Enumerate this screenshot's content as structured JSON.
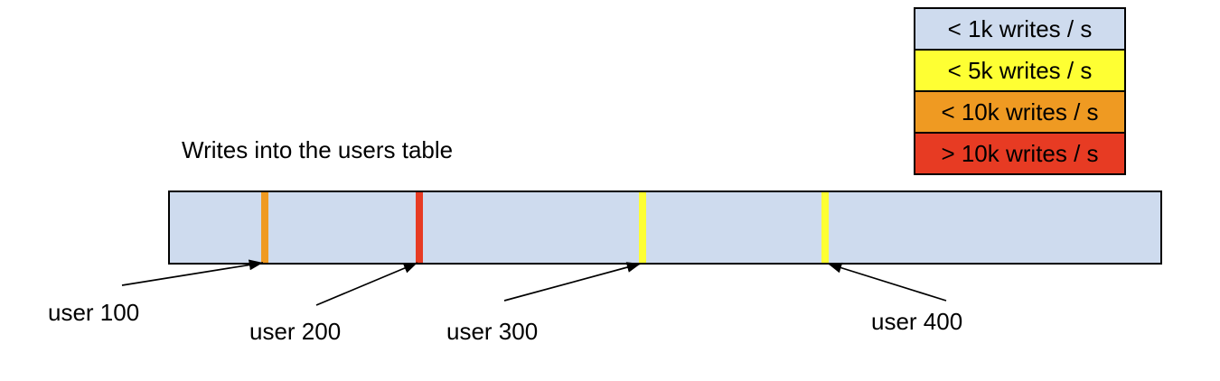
{
  "title": "Writes into the users table",
  "bar": {
    "fill": "#cedbee",
    "border_color": "#000000"
  },
  "legend": {
    "items": [
      {
        "label": "< 1k writes / s",
        "color": "#cedbee",
        "color_name": "light-blue"
      },
      {
        "label": "< 5k writes / s",
        "color": "#feff33",
        "color_name": "yellow"
      },
      {
        "label": "< 10k writes / s",
        "color": "#ef9a22",
        "color_name": "orange"
      },
      {
        "label": "> 10k writes / s",
        "color": "#e73b23",
        "color_name": "red"
      }
    ]
  },
  "markers": [
    {
      "label": "user 100",
      "color": "#ef9a22",
      "color_name": "orange"
    },
    {
      "label": "user 200",
      "color": "#e73b23",
      "color_name": "red"
    },
    {
      "label": "user 300",
      "color": "#feff33",
      "color_name": "yellow"
    },
    {
      "label": "user 400",
      "color": "#feff33",
      "color_name": "yellow"
    }
  ]
}
